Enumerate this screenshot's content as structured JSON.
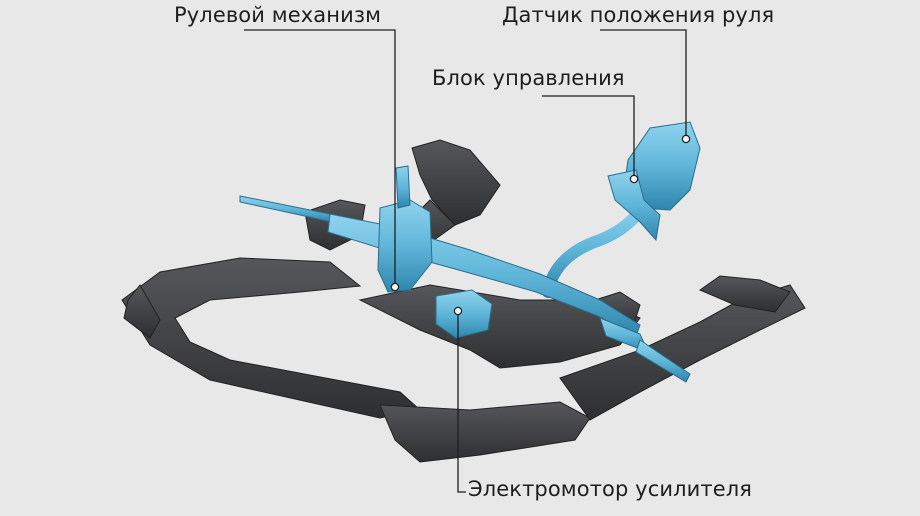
{
  "labels": {
    "steering_gear": "Рулевой механизм",
    "steering_angle_sensor": "Датчик положения руля",
    "control_unit": "Блок управления",
    "assist_motor": "Электромотор усилителя"
  },
  "colors": {
    "background": "#e8e8e8",
    "subframe": "#3b3c3e",
    "subframe_highlight": "#5a5b5e",
    "steering_parts": "#5fb6d9",
    "steering_parts_dark": "#2f86ad",
    "leader_line": "#1e1e1e"
  }
}
